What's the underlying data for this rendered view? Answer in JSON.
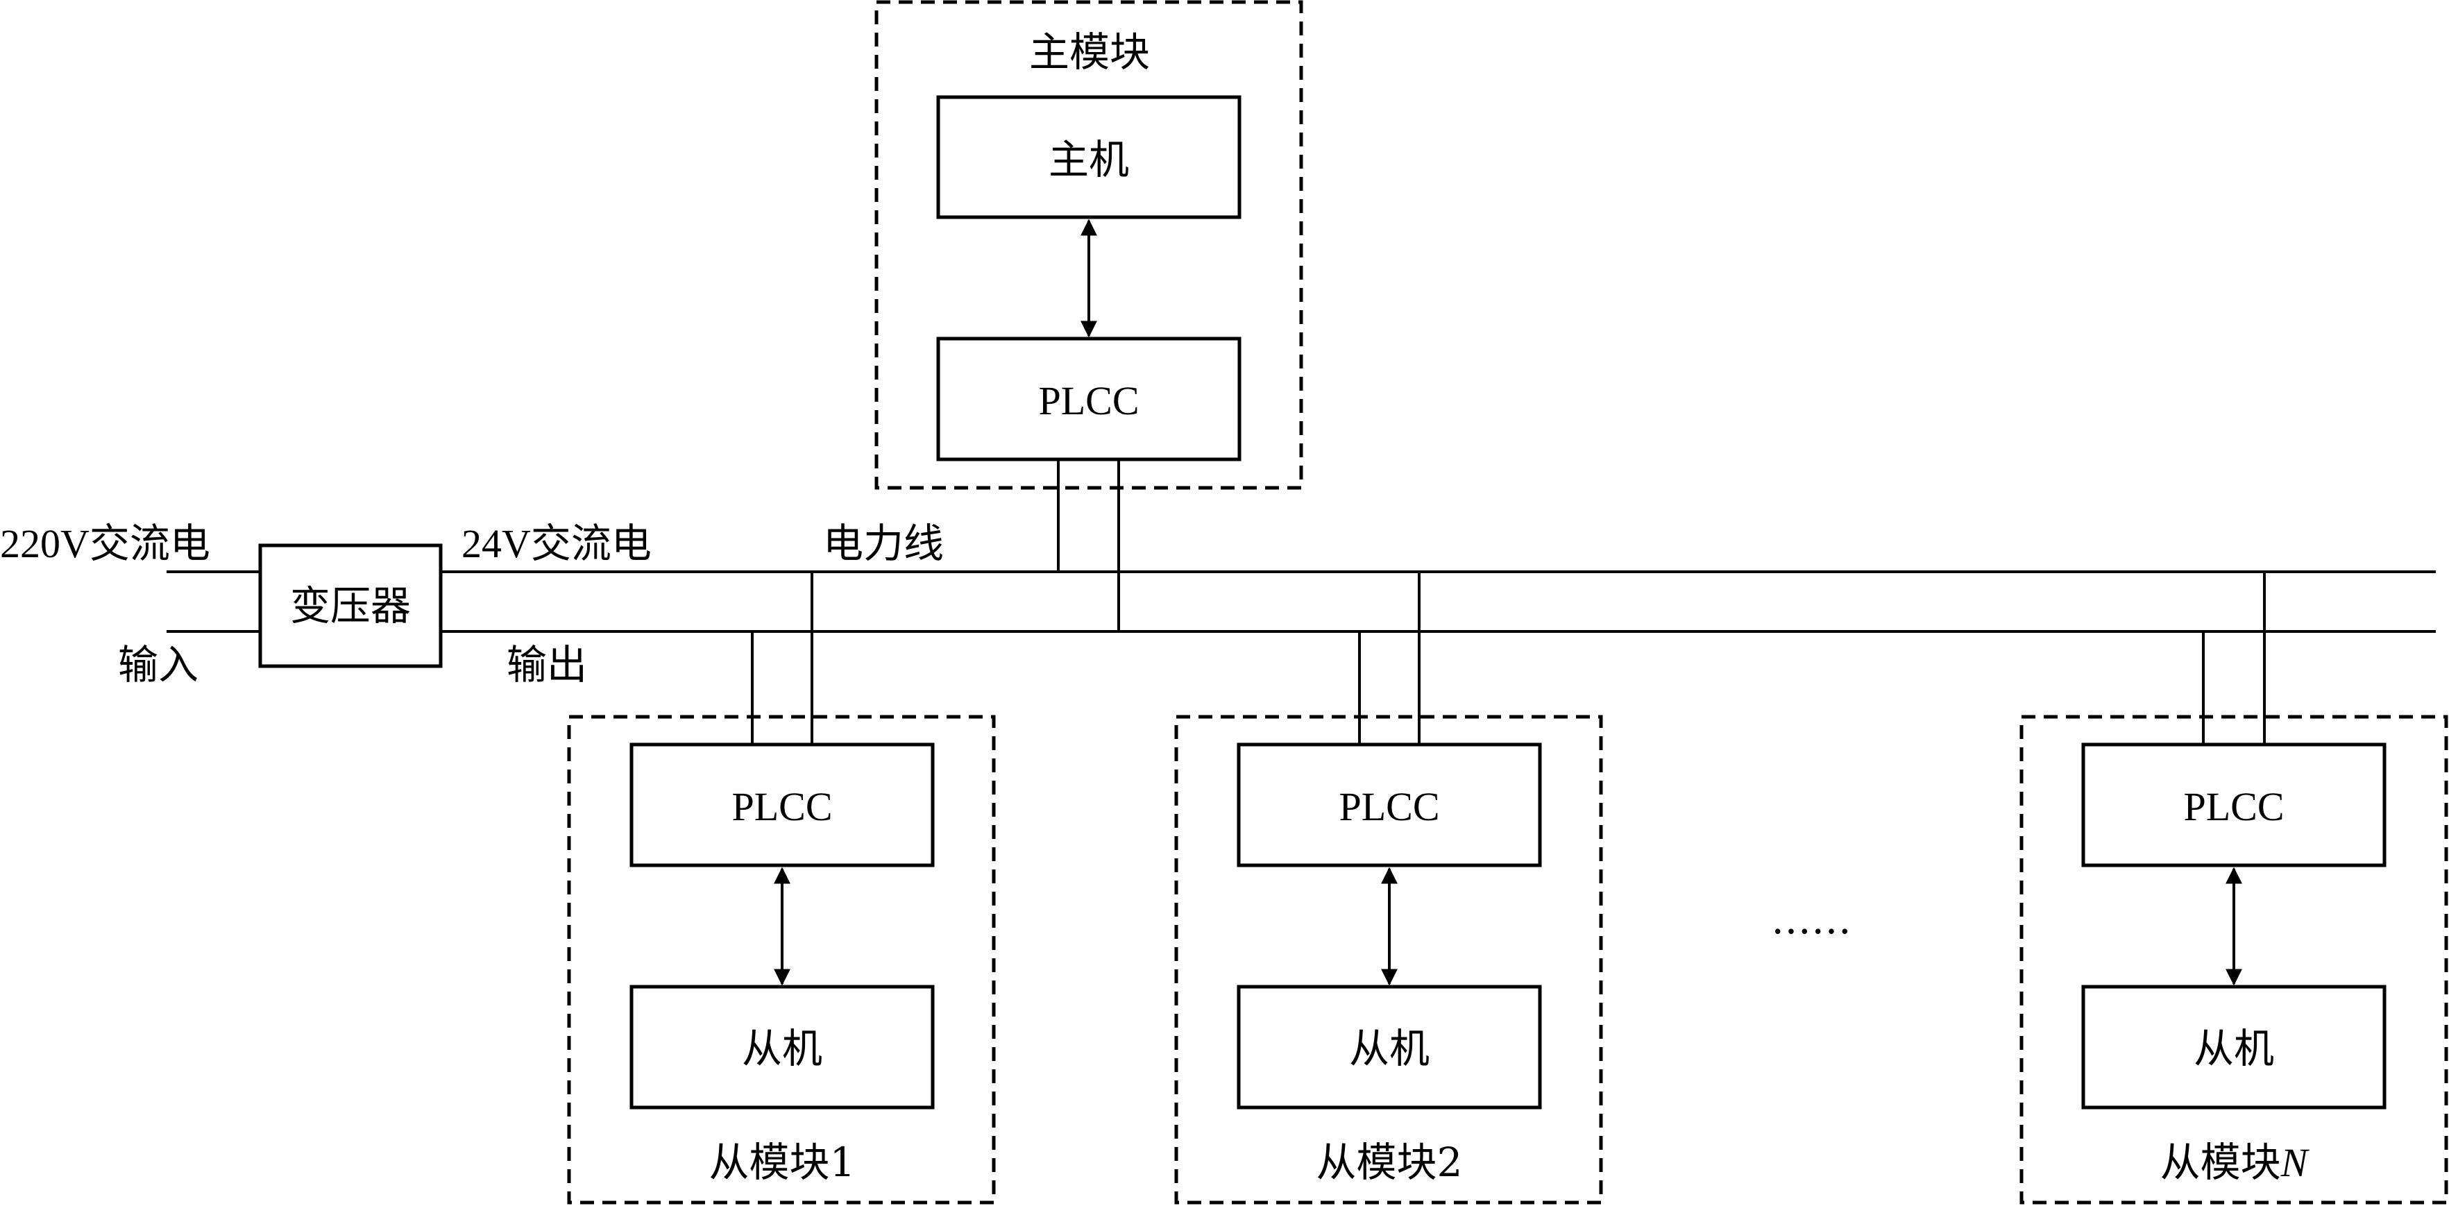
{
  "power": {
    "input_voltage": "220V交流电",
    "input_label": "输入",
    "transformer": "变压器",
    "output_voltage": "24V交流电",
    "output_label": "输出",
    "line_label": "电力线"
  },
  "master": {
    "title": "主模块",
    "host": "主机",
    "plcc": "PLCC"
  },
  "slaves": [
    {
      "title": "从模块1",
      "plcc": "PLCC",
      "device": "从机"
    },
    {
      "title": "从模块2",
      "plcc": "PLCC",
      "device": "从机"
    },
    {
      "title_prefix": "从模块",
      "title_suffix": "N",
      "plcc": "PLCC",
      "device": "从机"
    }
  ],
  "ellipsis": "……"
}
